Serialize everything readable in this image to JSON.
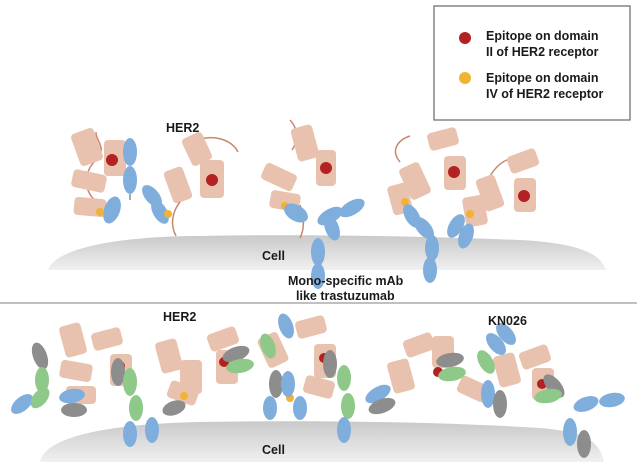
{
  "legend": {
    "items": [
      {
        "line1": "Epitope on domain",
        "line2": "II of HER2 receptor",
        "color": "#b22222"
      },
      {
        "line1": "Epitope on domain",
        "line2": "IV of HER2 receptor",
        "color": "#f2b233"
      }
    ]
  },
  "top_panel": {
    "her2_label": "HER2",
    "cell_label": "Cell",
    "mab_label_line1": "Mono-specific mAb",
    "mab_label_line2": "like trastuzumab"
  },
  "bottom_panel": {
    "her2_label": "HER2",
    "kn026_label": "KN026",
    "cell_label": "Cell"
  },
  "colors": {
    "receptor": "#e8c2ae",
    "receptor_stroke": "#d4a68e",
    "tether": "#c9876a",
    "antibody_blue": "#7faedc",
    "antibody_green": "#8fc98a",
    "antibody_gray": "#8d8d8d",
    "cell": "#d6d6d6",
    "divider": "#9a9a9a",
    "legend_border": "#666666"
  }
}
